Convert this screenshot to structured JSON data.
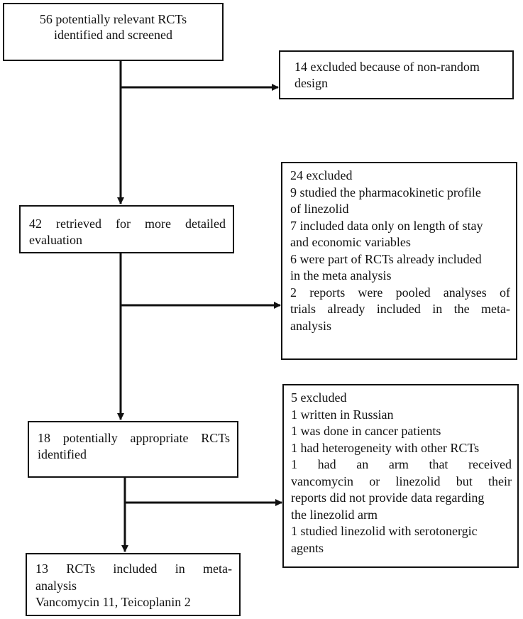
{
  "box_screened": {
    "lines": [
      "56 potentially relevant RCTs",
      "identified and screened"
    ]
  },
  "box_excluded_design": {
    "lines": [
      "14 excluded because of non-random",
      "design"
    ]
  },
  "box_retrieved": {
    "lines": [
      "42 retrieved for more detailed",
      "evaluation"
    ]
  },
  "box_excluded_24": {
    "lines": [
      "24 excluded",
      "9 studied the pharmacokinetic profile",
      "of linezolid",
      "7 included data only on length of stay",
      "and economic variables",
      "6 were part of RCTs already included",
      "in the meta analysis",
      "2 reports were pooled analyses of",
      "trials already included in the meta-",
      "analysis"
    ]
  },
  "box_appropriate": {
    "lines": [
      "18 potentially appropriate RCTs",
      "identified"
    ]
  },
  "box_excluded_5": {
    "lines": [
      "5 excluded",
      "1 written in Russian",
      "1 was done in cancer patients",
      "1 had heterogeneity with other RCTs",
      "1 had an arm that received",
      "vancomycin or linezolid but their",
      "reports did not provide data regarding",
      "the linezolid arm",
      "1 studied linezolid with serotonergic",
      "agents"
    ]
  },
  "box_included": {
    "lines": [
      "13 RCTs included in meta-",
      "analysis",
      "Vancomycin 11, Teicoplanin 2"
    ]
  }
}
